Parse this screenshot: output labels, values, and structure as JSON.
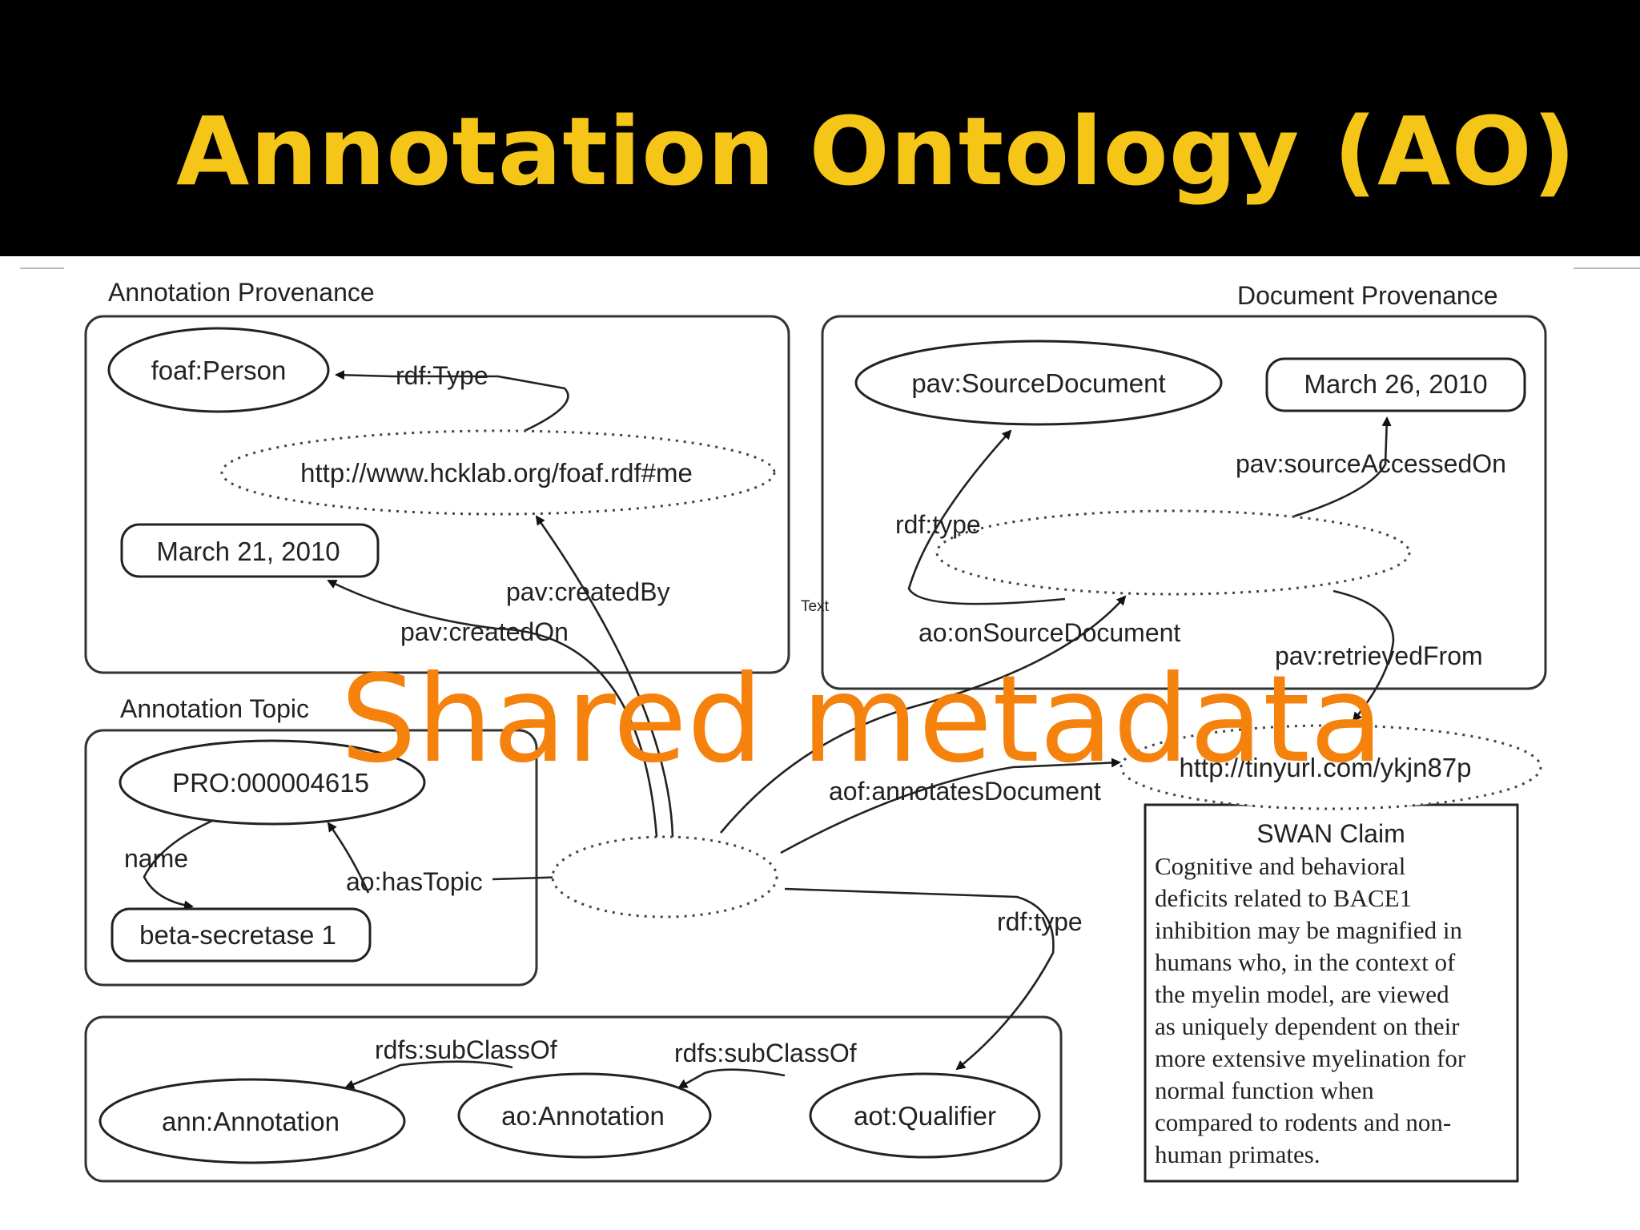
{
  "slide": {
    "title": "Annotation Ontology (AO)",
    "overlay_text": "Shared metadata"
  },
  "groups": {
    "annotation_provenance": "Annotation Provenance",
    "document_provenance": "Document Provenance",
    "annotation_topic": "Annotation Topic"
  },
  "nodes": {
    "foaf_person": "foaf:Person",
    "hcklab_uri": "http://www.hcklab.org/foaf.rdf#me",
    "created_date": "March 21, 2010",
    "source_document": "pav:SourceDocument",
    "accessed_date": "March 26, 2010",
    "tinyurl": "http://tinyurl.com/ykjn87p",
    "pro_topic": "PRO:000004615",
    "beta_secretase": "beta-secretase 1",
    "ann_annotation": "ann:Annotation",
    "ao_annotation": "ao:Annotation",
    "aot_qualifier": "aot:Qualifier"
  },
  "edges": {
    "rdf_type_person": "rdf:Type",
    "pav_created_by": "pav:createdBy",
    "pav_created_on": "pav:createdOn",
    "rdf_type_source": "rdf:type",
    "pav_source_accessed_on": "pav:sourceAccessedOn",
    "ao_on_source_document": "ao:onSourceDocument",
    "pav_retrieved_from": "pav:retrievedFrom",
    "aof_annotates_document": "aof:annotatesDocument",
    "name": "name",
    "ao_has_topic": "ao:hasTopic",
    "rdf_type_qualifier": "rdf:type",
    "rdfs_subclass_1": "rdfs:subClassOf",
    "rdfs_subclass_2": "rdfs:subClassOf",
    "stray_text": "Text"
  },
  "swan_claim": {
    "title": "SWAN Claim",
    "lines": [
      "Cognitive and behavioral",
      "deficits related to BACE1",
      "inhibition may be magnified in",
      "humans who, in the context of",
      "the myelin model, are viewed",
      "as uniquely dependent on their",
      "more extensive myelination for",
      "normal function when",
      "compared to rodents and non-",
      "human primates."
    ]
  },
  "colors": {
    "title": "#f5c518",
    "overlay": "#f5820d",
    "header_bg": "#000000"
  }
}
